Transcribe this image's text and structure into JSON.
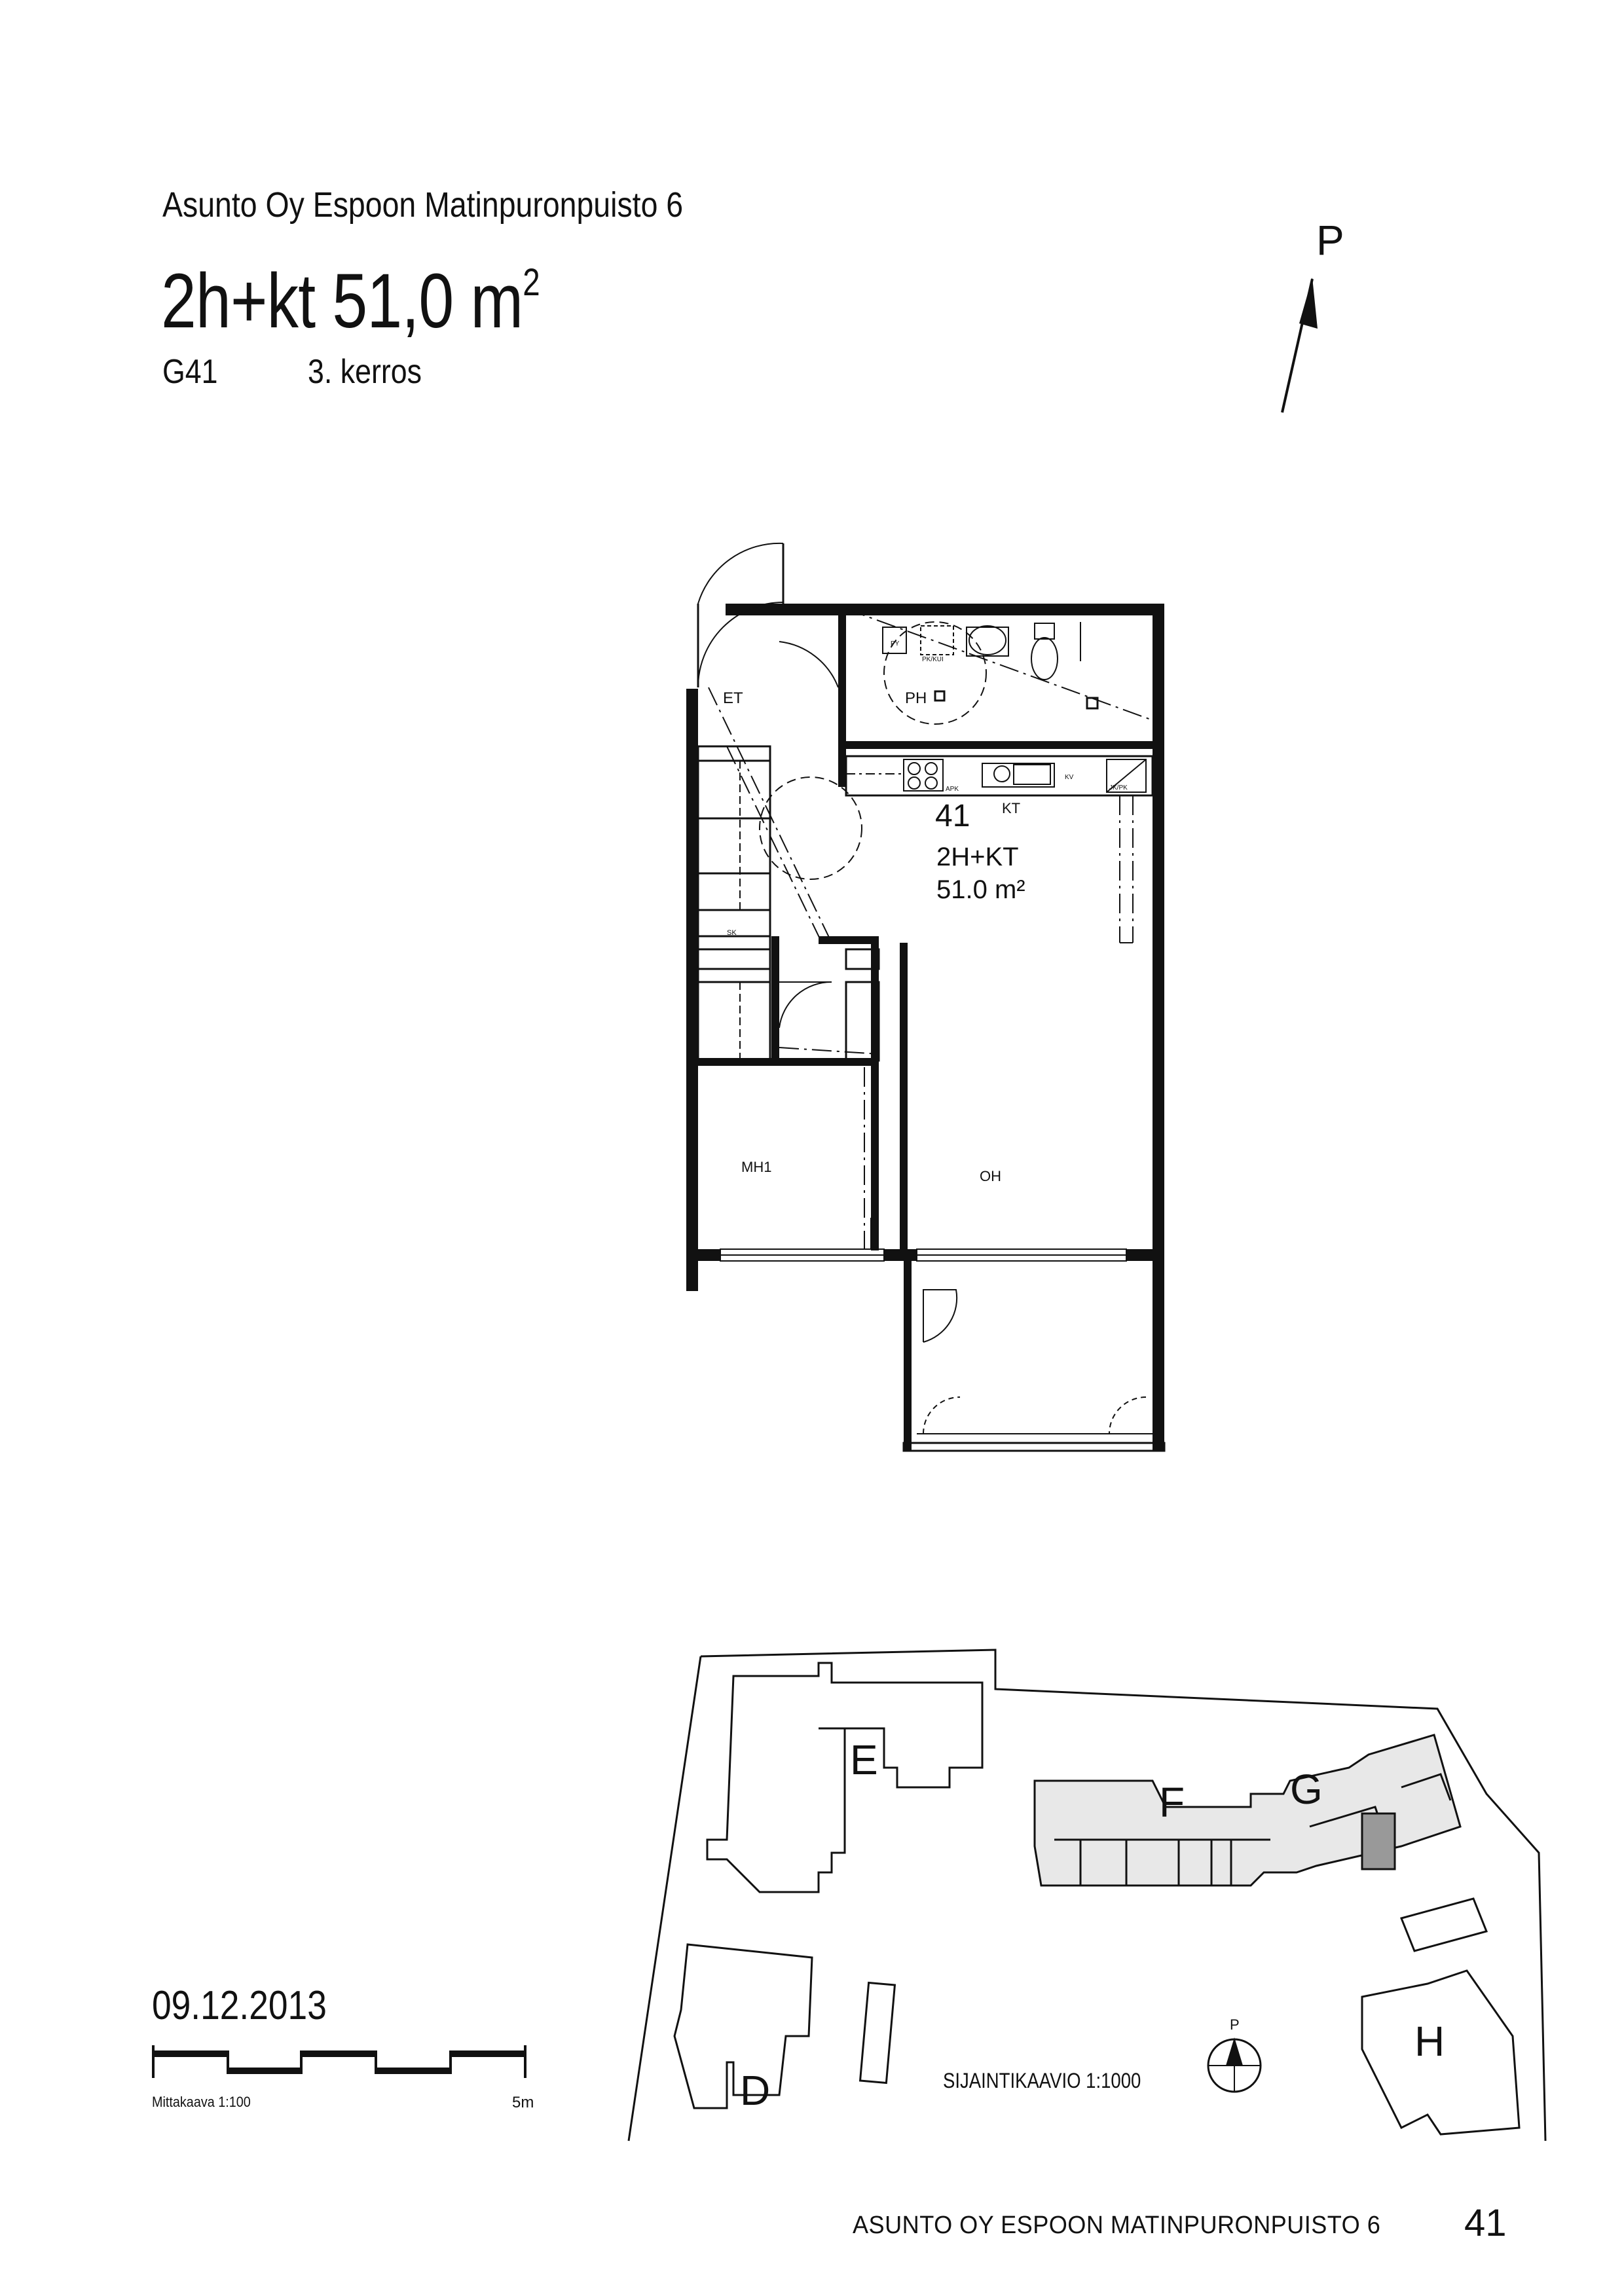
{
  "header": {
    "company": "Asunto Oy Espoon Matinpuronpuisto 6",
    "apartment_type": "2h+kt 51,0 m",
    "apartment_type_sup": "2",
    "apartment_code": "G41",
    "floor": "3. kerros",
    "north_label": "P"
  },
  "plan": {
    "labels": {
      "entrance": "ET",
      "bathroom": "PH",
      "kitchen": "KT",
      "bedroom": "MH1",
      "living": "OH",
      "closet": "SK",
      "apartment_no": "41",
      "apartment_type": "2H+KT",
      "area": "51.0  m²",
      "fixture_py": "PY",
      "fixture_kuivaus": "PK/KUI",
      "fixture_apk": "APK",
      "fixture_kv": "KV",
      "fixture_jkpk": "JK/PK"
    }
  },
  "scale": {
    "label": "Mittakaava 1:100",
    "end_label": "5m"
  },
  "date": "09.12.2013",
  "site_plan": {
    "label": "SIJAINTIKAAVIO 1:1000",
    "north_label": "P",
    "buildings": [
      "E",
      "F",
      "G",
      "H",
      "D"
    ]
  },
  "footer": {
    "title": "ASUNTO OY ESPOON MATINPURONPUISTO 6",
    "page_number": "41"
  }
}
